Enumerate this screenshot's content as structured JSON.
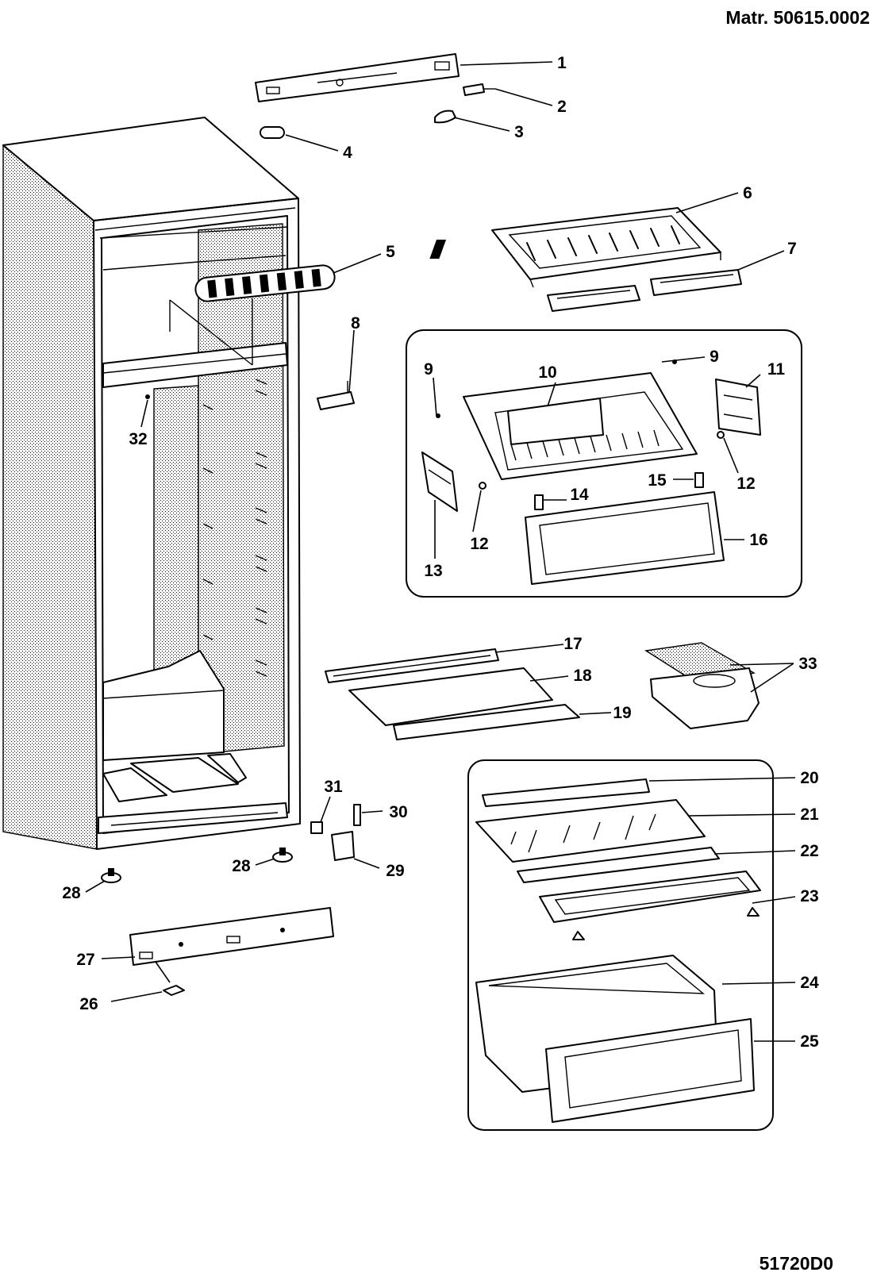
{
  "header": {
    "material_code": "Matr. 50615.0002"
  },
  "footer": {
    "drawing_code": "51720D0"
  },
  "callouts": [
    "1",
    "2",
    "3",
    "4",
    "5",
    "6",
    "7",
    "8",
    "9",
    "9",
    "10",
    "11",
    "12",
    "12",
    "13",
    "14",
    "15",
    "16",
    "17",
    "18",
    "19",
    "20",
    "21",
    "22",
    "23",
    "24",
    "25",
    "26",
    "27",
    "28",
    "28",
    "29",
    "30",
    "31",
    "32",
    "33"
  ]
}
